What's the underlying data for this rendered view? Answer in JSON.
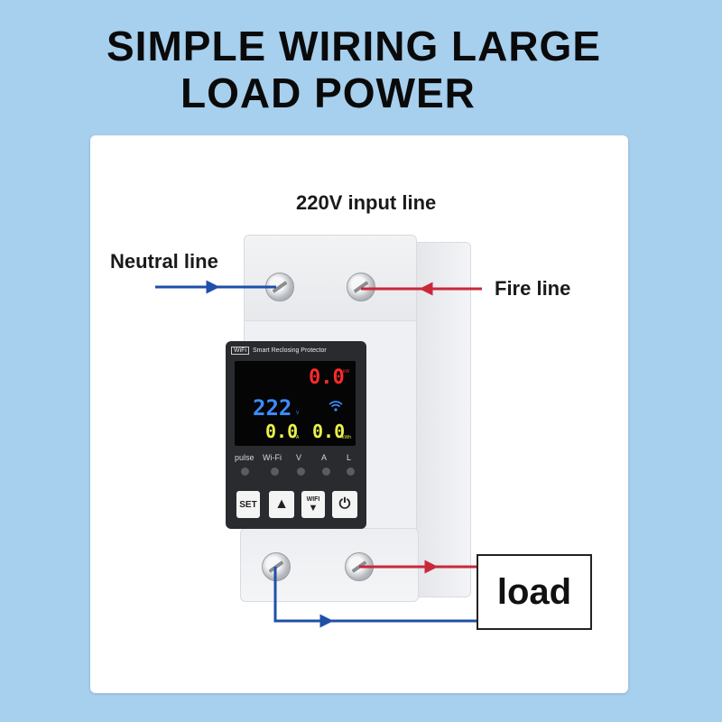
{
  "headline": {
    "line1": "SIMPLE WIRING LARGE",
    "line2": "LOAD POWER"
  },
  "labels": {
    "input": "220V input line",
    "neutral": "Neutral line",
    "fire": "Fire line",
    "load": "load"
  },
  "device": {
    "title": "Smart Reclosing Protector",
    "badge": "WiFi",
    "readings": {
      "top_right": "0.0",
      "voltage": "222",
      "current": "0.0",
      "power": "0.0"
    },
    "units": {
      "top_right": "kW",
      "voltage": "V",
      "current": "A",
      "power": "kWh"
    },
    "indicators": [
      "pulse",
      "Wi-Fi",
      "V",
      "A",
      "L"
    ],
    "buttons": {
      "set": "SET",
      "up": "▲",
      "wifi_label": "WIFI",
      "down": "▼",
      "power": "⏻"
    }
  },
  "colors": {
    "background": "#a7cfee",
    "neutral_wire": "#1f4fa8",
    "fire_wire": "#c8283a",
    "screen_red": "#ff2a2a",
    "screen_blue": "#3b8cff",
    "screen_yellow": "#e8f24a"
  }
}
